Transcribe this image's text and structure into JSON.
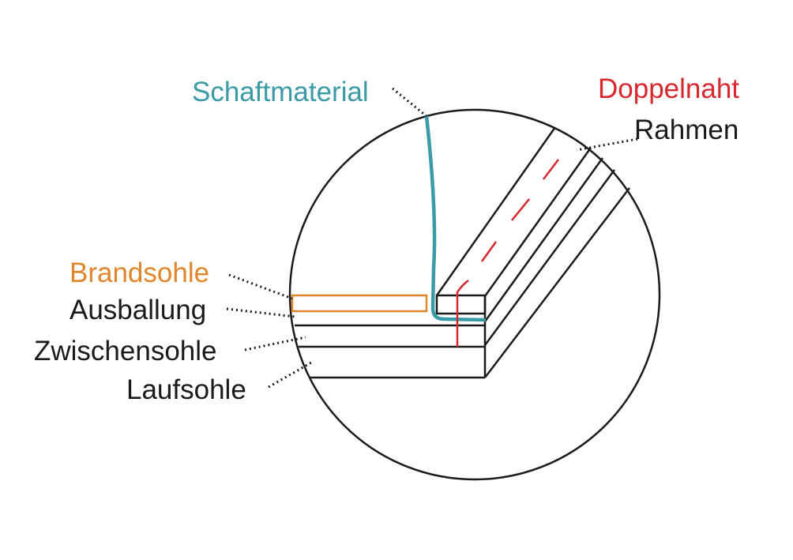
{
  "labels": {
    "schaftmaterial": "Schaftmaterial",
    "doppelnaht": "Doppelnaht",
    "rahmen": "Rahmen",
    "brandsohle": "Brandsohle",
    "ausballung": "Ausballung",
    "zwischensohle": "Zwischensohle",
    "laufsohle": "Laufsohle"
  },
  "colors": {
    "schaft": "#3a9aa5",
    "naht": "#d7282f",
    "brandsohle": "#e0862a",
    "line": "#1a1a1a"
  }
}
